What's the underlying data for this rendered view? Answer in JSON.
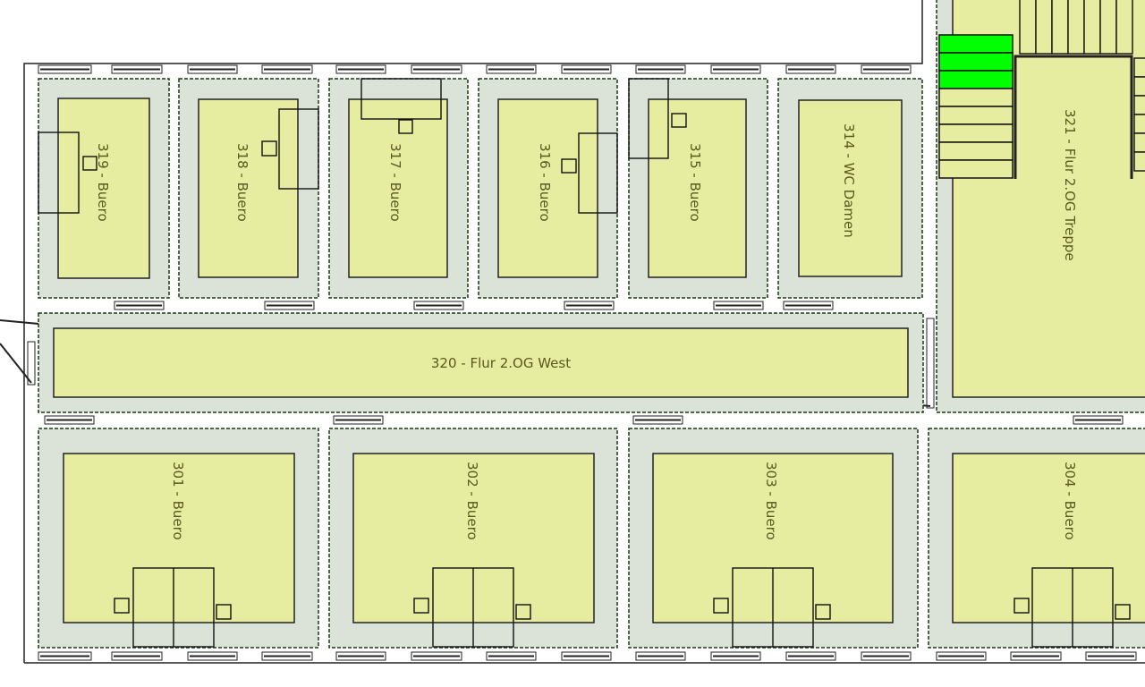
{
  "rooms": {
    "r319": "319 - Buero",
    "r318": "318 - Buero",
    "r317": "317 - Buero",
    "r316": "316 - Buero",
    "r315": "315 - Buero",
    "r314": "314 - WC Damen",
    "r320": "320 - Flur 2.OG West",
    "r321": "321 - Flur 2.OG Treppe",
    "r301": "301 - Buero",
    "r302": "302 - Buero",
    "r303": "303 - Buero",
    "r304": "304 - Buero"
  },
  "colors": {
    "room_fill": "#e6eca0",
    "zone_fill": "#dbe3d9",
    "highlight": "#00ff00"
  }
}
